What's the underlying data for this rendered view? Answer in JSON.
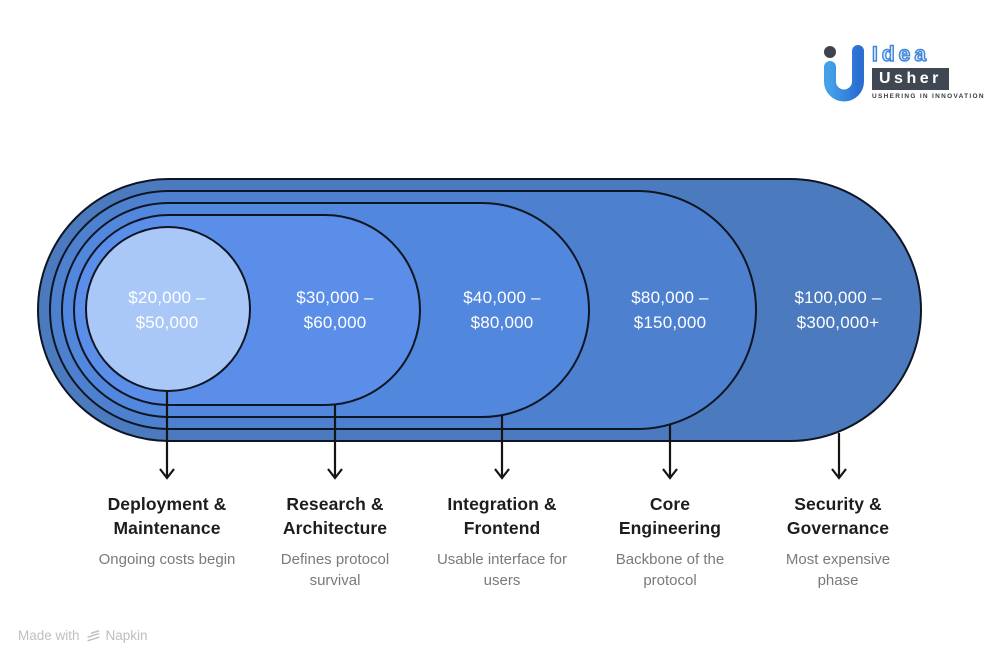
{
  "page": {
    "background": "#ffffff"
  },
  "header_logo": {
    "brand_line1": "Idea",
    "brand_line2": "Usher",
    "tagline": "USHERING IN INNOVATION",
    "mark_dot_color": "#3d4450",
    "mark_gradient_start": "#45a0e8",
    "mark_gradient_end": "#2b6fd3",
    "brand_outline_color": "#3e86d9",
    "brand_box_color": "#3f4852"
  },
  "diagram": {
    "type": "nested-stadium-cost-phases",
    "stroke_color": "#0f1623",
    "arrow_color": "#141414",
    "cost_text_color": "#ffffff",
    "title_color": "#1d1d1d",
    "subtitle_color": "#7a7a7a",
    "layers": [
      {
        "cost": "$20,000 –\n$50,000",
        "title": "Deployment &\nMaintenance",
        "subtitle": "Ongoing costs begin",
        "fill": "#aac8f7"
      },
      {
        "cost": "$30,000 –\n$60,000",
        "title": "Research &\nArchitecture",
        "subtitle": "Defines protocol\nsurvival",
        "fill": "#5b8ee9"
      },
      {
        "cost": "$40,000 –\n$80,000",
        "title": "Integration &\nFrontend",
        "subtitle": "Usable interface for\nusers",
        "fill": "#5187dc"
      },
      {
        "cost": "$80,000 –\n$150,000",
        "title": "Core\nEngineering",
        "subtitle": "Backbone of the\nprotocol",
        "fill": "#4d81cf"
      },
      {
        "cost": "$100,000 –\n$300,000+",
        "title": "Security &\nGovernance",
        "subtitle": "Most expensive\nphase",
        "fill": "#4b7abf"
      }
    ]
  },
  "footer": {
    "made_with": "Made with",
    "brand": "Napkin"
  }
}
